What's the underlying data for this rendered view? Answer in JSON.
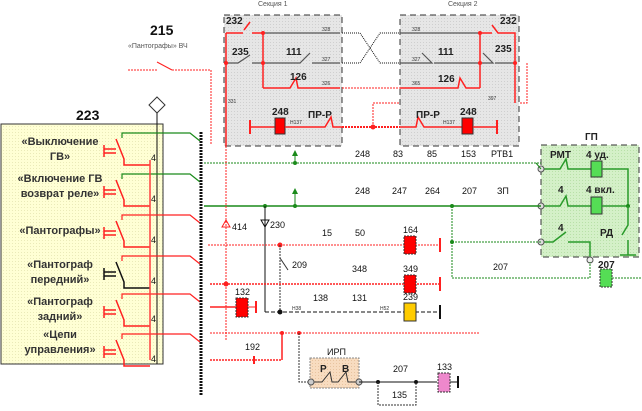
{
  "diagram": {
    "type": "electrical-circuit-schematic",
    "colors": {
      "red": "#ff2020",
      "green": "#1a8a1a",
      "black": "#111111",
      "panel_yellow": "#ffffd0",
      "section_gray": "#e0e0e0",
      "gp_green": "#cfeec0",
      "coil_red": "#ff0000",
      "coil_yellow": "#ffcc00",
      "coil_green": "#55dd55",
      "coil_pink": "#ee88cc",
      "irp_beige": "#f5d8b8"
    },
    "switch_215": {
      "number": "215",
      "caption": "«Пантографы» ВЧ"
    },
    "panel_223": {
      "number": "223",
      "buttons": [
        {
          "line1": "«Выключение",
          "line2": "ГВ»"
        },
        {
          "line1": "«Включение ГВ",
          "line2": "возврат реле»"
        },
        {
          "line1": "«Пантографы»",
          "line2": ""
        },
        {
          "line1": "«Пантограф",
          "line2": "передний»"
        },
        {
          "line1": "«Пантограф",
          "line2": "задний»"
        },
        {
          "line1": "«Цепи",
          "line2": "управления»"
        }
      ]
    },
    "section1": {
      "title": "Секция 1",
      "elements": [
        "232",
        "235",
        "111",
        "126",
        "248",
        "ПР-Р"
      ],
      "wires": [
        "328",
        "327",
        "326",
        "331",
        "Н137"
      ]
    },
    "section2": {
      "title": "Секция 2",
      "elements": [
        "232",
        "235",
        "111",
        "126",
        "248",
        "ПР-Р"
      ],
      "wires": [
        "328",
        "327",
        "365",
        "397",
        "Н137"
      ]
    },
    "row_green_dotted": {
      "contacts": [
        "248",
        "83",
        "85",
        "153",
        "РТВ1"
      ]
    },
    "row_green_solid": {
      "contacts": [
        "248",
        "247",
        "264",
        "207",
        "ЗП"
      ]
    },
    "diodes": [
      "414",
      "230"
    ],
    "row_red_1": {
      "contacts": [
        "15",
        "50"
      ],
      "coil": "164"
    },
    "contact_209": "209",
    "row_red_2": {
      "contacts": [
        "348"
      ],
      "coil": "349"
    },
    "row_black": {
      "contacts": [
        "138",
        "131"
      ],
      "coil": "239",
      "wires": [
        "Н38",
        "Н52"
      ]
    },
    "coil_132": "132",
    "contact_192": "192",
    "gp": {
      "title": "ГП",
      "elements": [
        "РМТ",
        "4 уд.",
        "4",
        "4 вкл.",
        "4",
        "РД"
      ]
    },
    "coil_207": "207",
    "contact_207_lower": "207",
    "irp": {
      "title": "ИРП",
      "contacts": [
        "Р",
        "В"
      ]
    },
    "row_bottom": {
      "contacts": [
        "207",
        "135"
      ],
      "coil": "133"
    }
  }
}
